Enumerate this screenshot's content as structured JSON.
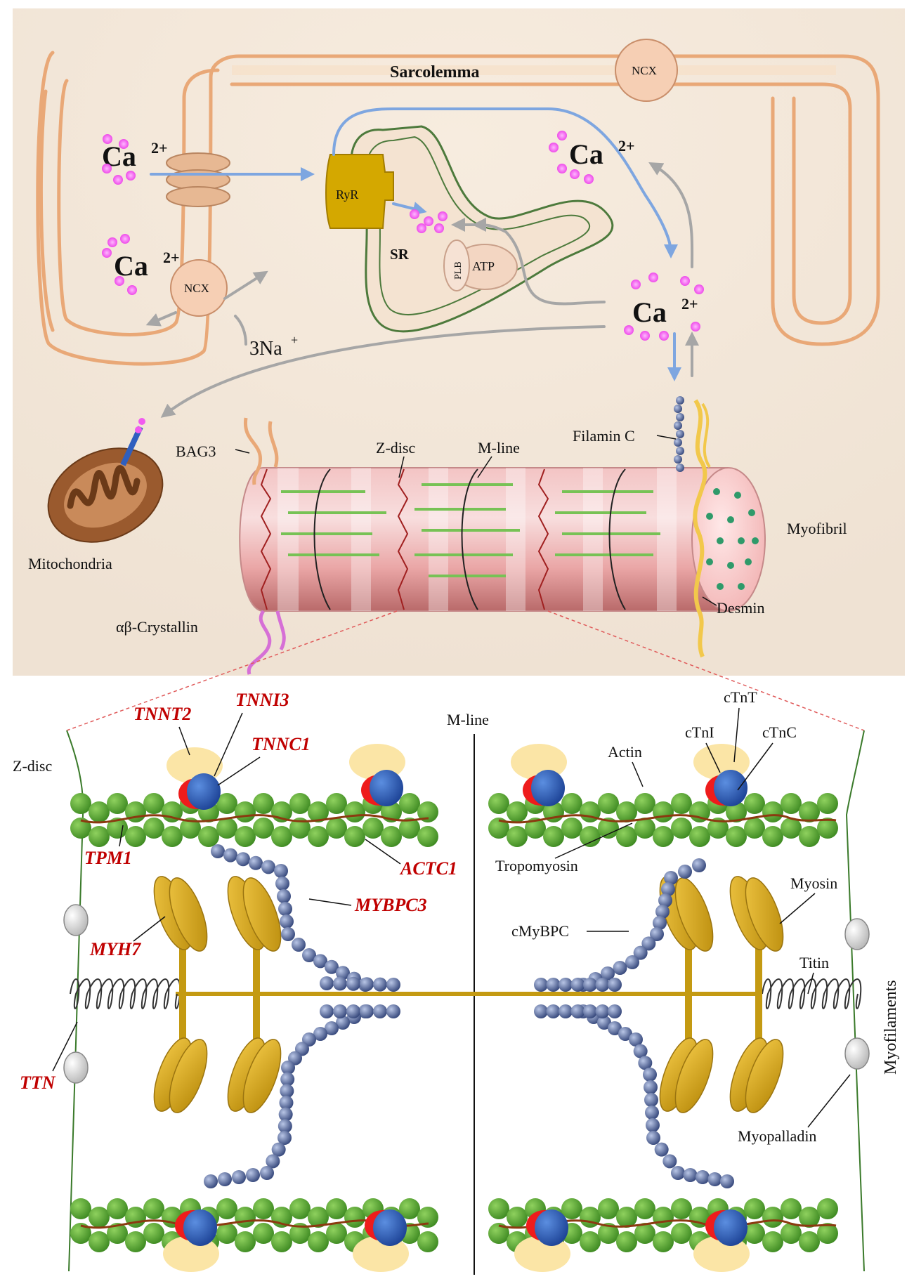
{
  "top_labels": {
    "sarcolemma": "Sarcolemma",
    "ncx_top": "NCX",
    "ncx_left": "NCX",
    "ca_left_top": "Ca",
    "ca_left_top_sup": "2+",
    "ca_left_bottom": "Ca",
    "ca_left_bottom_sup": "2+",
    "ca_right_top": "Ca",
    "ca_right_top_sup": "2+",
    "ca_center": "Ca",
    "ca_center_sup": "2+",
    "ryr": "RyR",
    "sr": "SR",
    "plb": "PLB",
    "atp": "ATP",
    "na": "3Na",
    "na_sup": "+"
  },
  "myofibril_labels": {
    "bag3": "BAG3",
    "z_disc": "Z-disc",
    "m_line": "M-line",
    "filamin_c": "Filamin C",
    "myofibril": "Myofibril",
    "mitochondria": "Mitochondria",
    "crystallin": "αβ-Crystallin",
    "desmin": "Desmin"
  },
  "sarcomere_labels": {
    "z_disc": "Z-disc",
    "m_line": "M-line",
    "ctnt": "cTnT",
    "ctni": "cTnI",
    "ctnc": "cTnC",
    "actin": "Actin",
    "tropomyosin": "Tropomyosin",
    "myosin": "Myosin",
    "cmybpc": "cMyBPC",
    "titin": "Titin",
    "myofilaments": "Myofilaments",
    "myopalladin": "Myopalladin"
  },
  "genes": {
    "tnnt2": "TNNT2",
    "tnni3": "TNNI3",
    "tnnc1": "TNNC1",
    "tpm1": "TPM1",
    "actc1": "ACTC1",
    "mybpc3": "MYBPC3",
    "myh7": "MYH7",
    "ttn": "TTN"
  },
  "colors": {
    "membrane": "#e9a877",
    "membrane_fill": "#f3ddc8",
    "sr_line": "#4d7a3c",
    "ca_dot": "#f15bef",
    "blue_arrow": "#7ea6e0",
    "gray_arrow": "#a6a6a6",
    "ryr": "#d4a800",
    "actin": "#56a832",
    "tropomyosin": "#8b3a10",
    "troponin_red": "#ee1c1c",
    "troponin_blue": "#2f5fbf",
    "troponin_yellow": "#fbe5a6",
    "myosin": "#d3a318",
    "mybpc": "#4a5d8c",
    "gene_red": "#c00000"
  }
}
